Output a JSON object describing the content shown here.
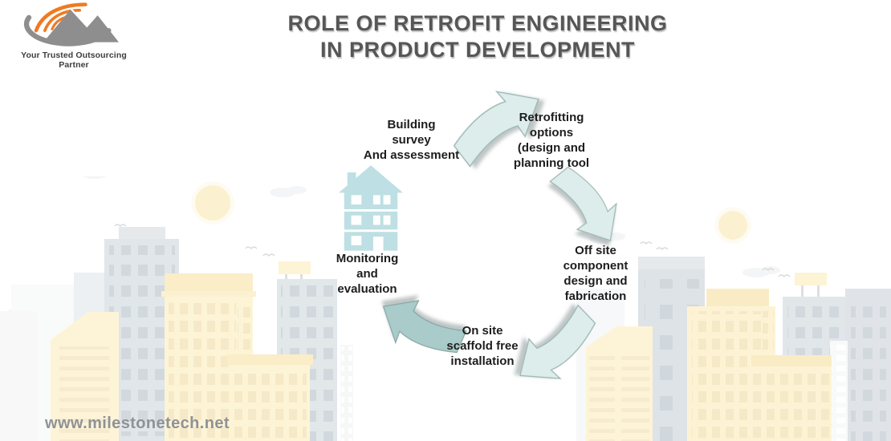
{
  "title": {
    "line1": "ROLE OF RETROFIT ENGINEERING",
    "line2": "IN PRODUCT DEVELOPMENT"
  },
  "logo": {
    "icon": "mountain-swoosh-logo",
    "tagline": "Your Trusted Outsourcing Partner"
  },
  "cycle": {
    "center_icon": "building-icon",
    "steps": [
      {
        "name": "building-survey",
        "label": "Building\nsurvey\nAnd assessment"
      },
      {
        "name": "retrofitting-options",
        "label": "Retrofitting\noptions\n(design and\nplanning tool"
      },
      {
        "name": "offsite-fabrication",
        "label": "Off site\ncomponent\ndesign and\nfabrication"
      },
      {
        "name": "onsite-installation",
        "label": "On site\nscaffold free\ninstallation"
      },
      {
        "name": "monitoring-evaluation",
        "label": "Monitoring\nand\nevaluation"
      }
    ]
  },
  "footer": {
    "website": "www.milestonetech.net"
  },
  "colors": {
    "title_text": "#565656",
    "step_text": "#1d1d1d",
    "arrow_light": "#dcedeb",
    "arrow_dark": "#a9cbc9",
    "building_icon_teal": "#bedfe3",
    "logo_orange": "#f07a21",
    "logo_gray": "#8e8e8e",
    "city_yellow": "#fbe8ae",
    "city_gray_blue": "#c4ced5",
    "sun_yellow": "#f8e4a4",
    "url_text": "#8f9296"
  }
}
